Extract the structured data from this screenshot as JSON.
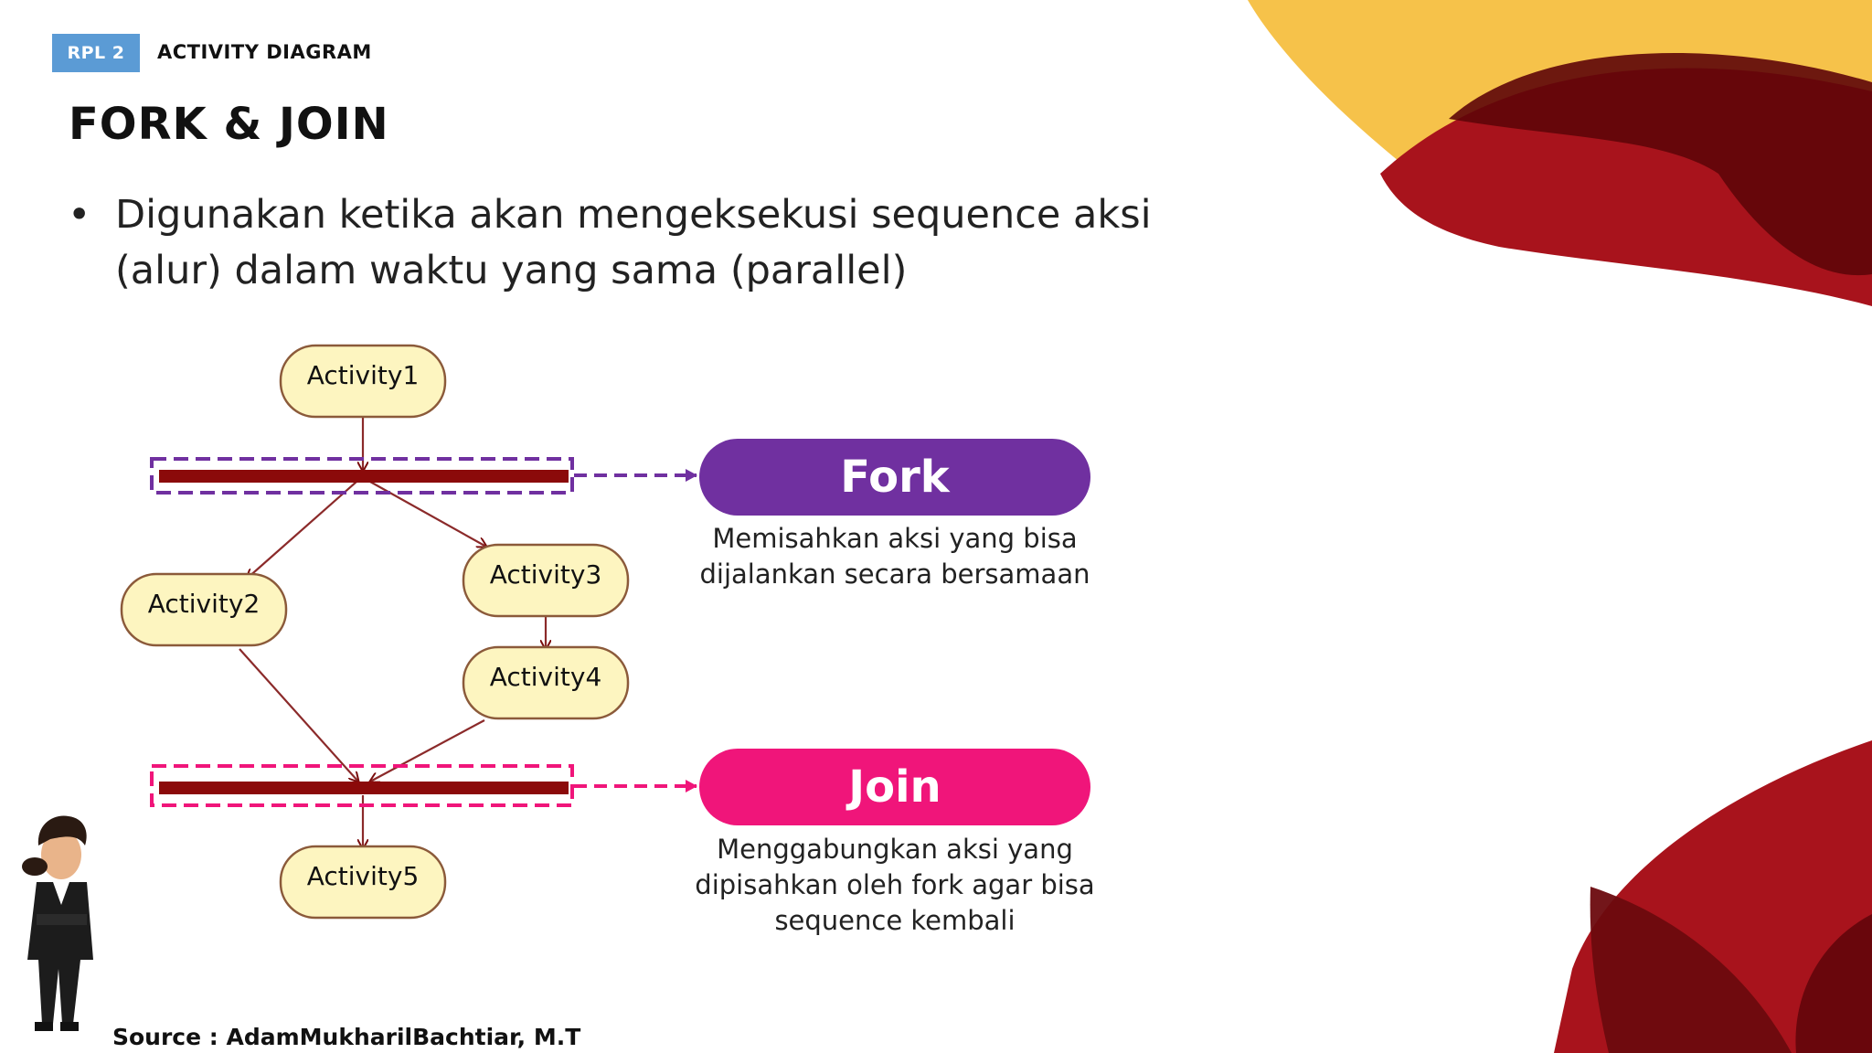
{
  "header": {
    "tag": "RPL 2",
    "section": "ACTIVITY DIAGRAM",
    "title": "FORK & JOIN"
  },
  "content": {
    "bullet_symbol": "•",
    "bullet_line1": "Digunakan ketika akan mengeksekusi sequence aksi",
    "bullet_line2": "(alur) dalam waktu yang sama (parallel)"
  },
  "diagram": {
    "nodes": {
      "activity1": "Activity1",
      "activity2": "Activity2",
      "activity3": "Activity3",
      "activity4": "Activity4",
      "activity5": "Activity5"
    },
    "fork": {
      "label": "Fork",
      "desc_line1": "Memisahkan aksi yang bisa",
      "desc_line2": "dijalankan secara bersamaan",
      "color": "#7030a0"
    },
    "join": {
      "label": "Join",
      "desc_line1": "Menggabungkan aksi yang",
      "desc_line2": "dipisahkan oleh fork agar bisa",
      "desc_line3": "sequence kembali",
      "color": "#f0157a"
    },
    "bar_color": "#8b0a0a",
    "node_fill": "#fdf5c0"
  },
  "footer": {
    "source": "Source : AdamMukharilBachtiar, M.T"
  },
  "colors": {
    "tag": "#5b9bd5",
    "deco_yellow": "#f6c24a",
    "deco_red": "#a8131c",
    "deco_dark": "#5e0509"
  }
}
